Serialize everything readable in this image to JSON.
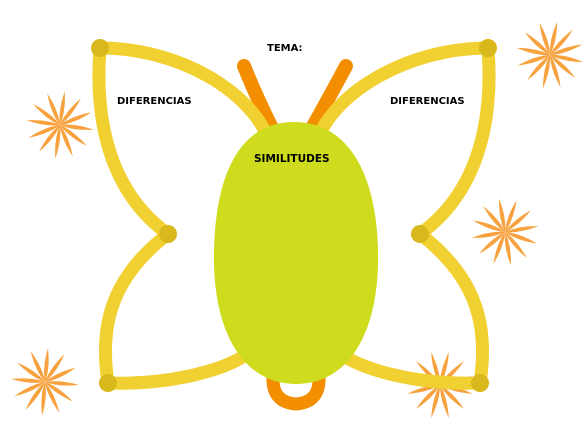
{
  "title_label": "TEMA:",
  "left_wing_label": "DIFERENCIAS",
  "right_wing_label": "DIFERENCIAS",
  "body_label": "SIMILITUDES",
  "colors": {
    "wing_outline": "#f1d132",
    "wing_joint": "#d8b81c",
    "body_fill": "#cfdc1e",
    "antenna": "#f28e00",
    "flower_petal": "#f7a23e",
    "flower_petal_light": "#fbc47a",
    "background": "#ffffff"
  }
}
